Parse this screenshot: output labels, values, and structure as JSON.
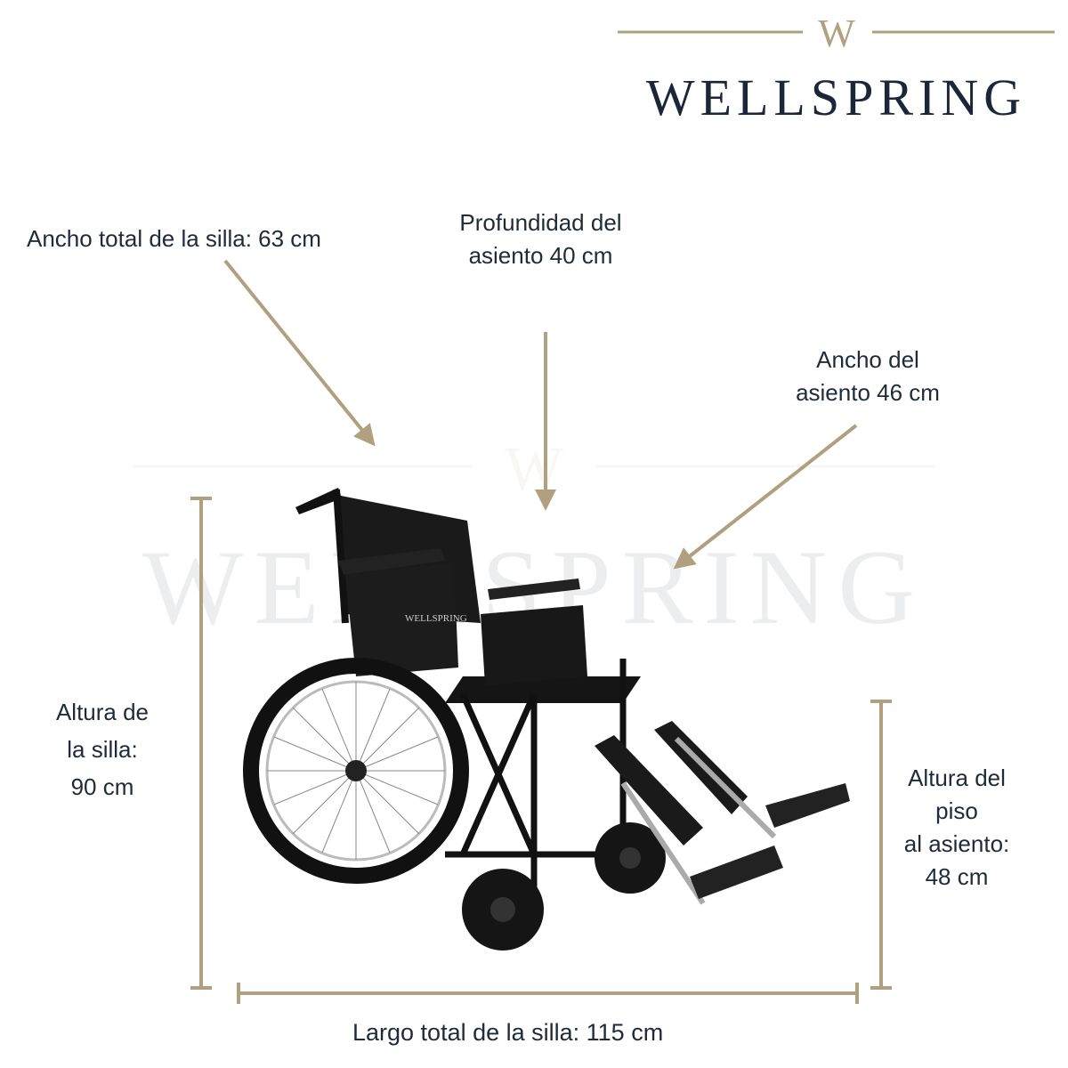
{
  "brand": {
    "name": "WELLSPRING",
    "monogram": "W"
  },
  "labels": {
    "overall_width": "Ancho total de la silla: 63 cm",
    "seat_depth_line1": "Profundidad del",
    "seat_depth_line2": "asiento 40 cm",
    "seat_width_line1": "Ancho del",
    "seat_width_line2": "asiento 46 cm",
    "chair_height_line1": "Altura de",
    "chair_height_line2": "la silla:",
    "chair_height_line3": "90 cm",
    "seat_height_line1": "Altura del",
    "seat_height_line2": "piso",
    "seat_height_line3": "al asiento:",
    "seat_height_line4": "48 cm",
    "overall_length": "Largo total de la silla: 115 cm"
  },
  "colors": {
    "accent": "#b0a080",
    "text": "#1f2a3a",
    "brand": "#1b2638"
  }
}
